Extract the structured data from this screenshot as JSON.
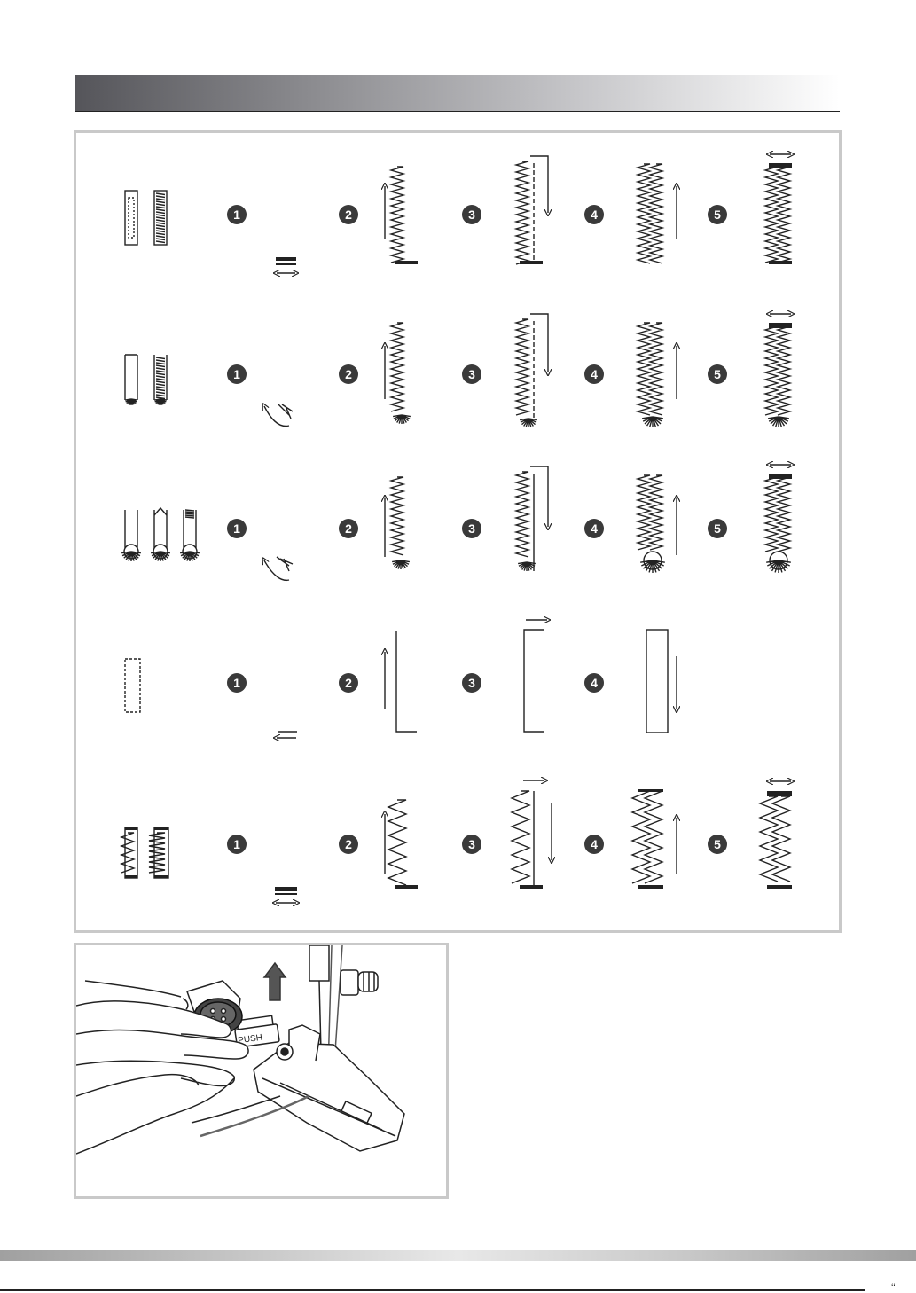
{
  "steps": [
    "1",
    "2",
    "3",
    "4",
    "5"
  ],
  "rows": [
    {
      "id": "square-buttonhole",
      "variants": 2,
      "steps": 5
    },
    {
      "id": "rounded-end-buttonhole",
      "variants": 2,
      "steps": 5
    },
    {
      "id": "keyhole-buttonhole",
      "variants": 3,
      "steps": 5
    },
    {
      "id": "straight-stitch-buttonhole",
      "variants": 1,
      "steps": 4
    },
    {
      "id": "stretch-buttonhole",
      "variants": 2,
      "steps": 5
    }
  ],
  "photo": {
    "push_label": "PUSH"
  },
  "icons": [
    "left-right-arrow-icon",
    "up-arrow-icon",
    "down-arrow-icon",
    "left-arrow-icon",
    "right-arrow-icon",
    "curved-arrow-icon",
    "circled-number-icon"
  ],
  "colors": {
    "line": "#222222",
    "panel_border": "#c9c9c9",
    "badge": "#3a3a3a"
  }
}
